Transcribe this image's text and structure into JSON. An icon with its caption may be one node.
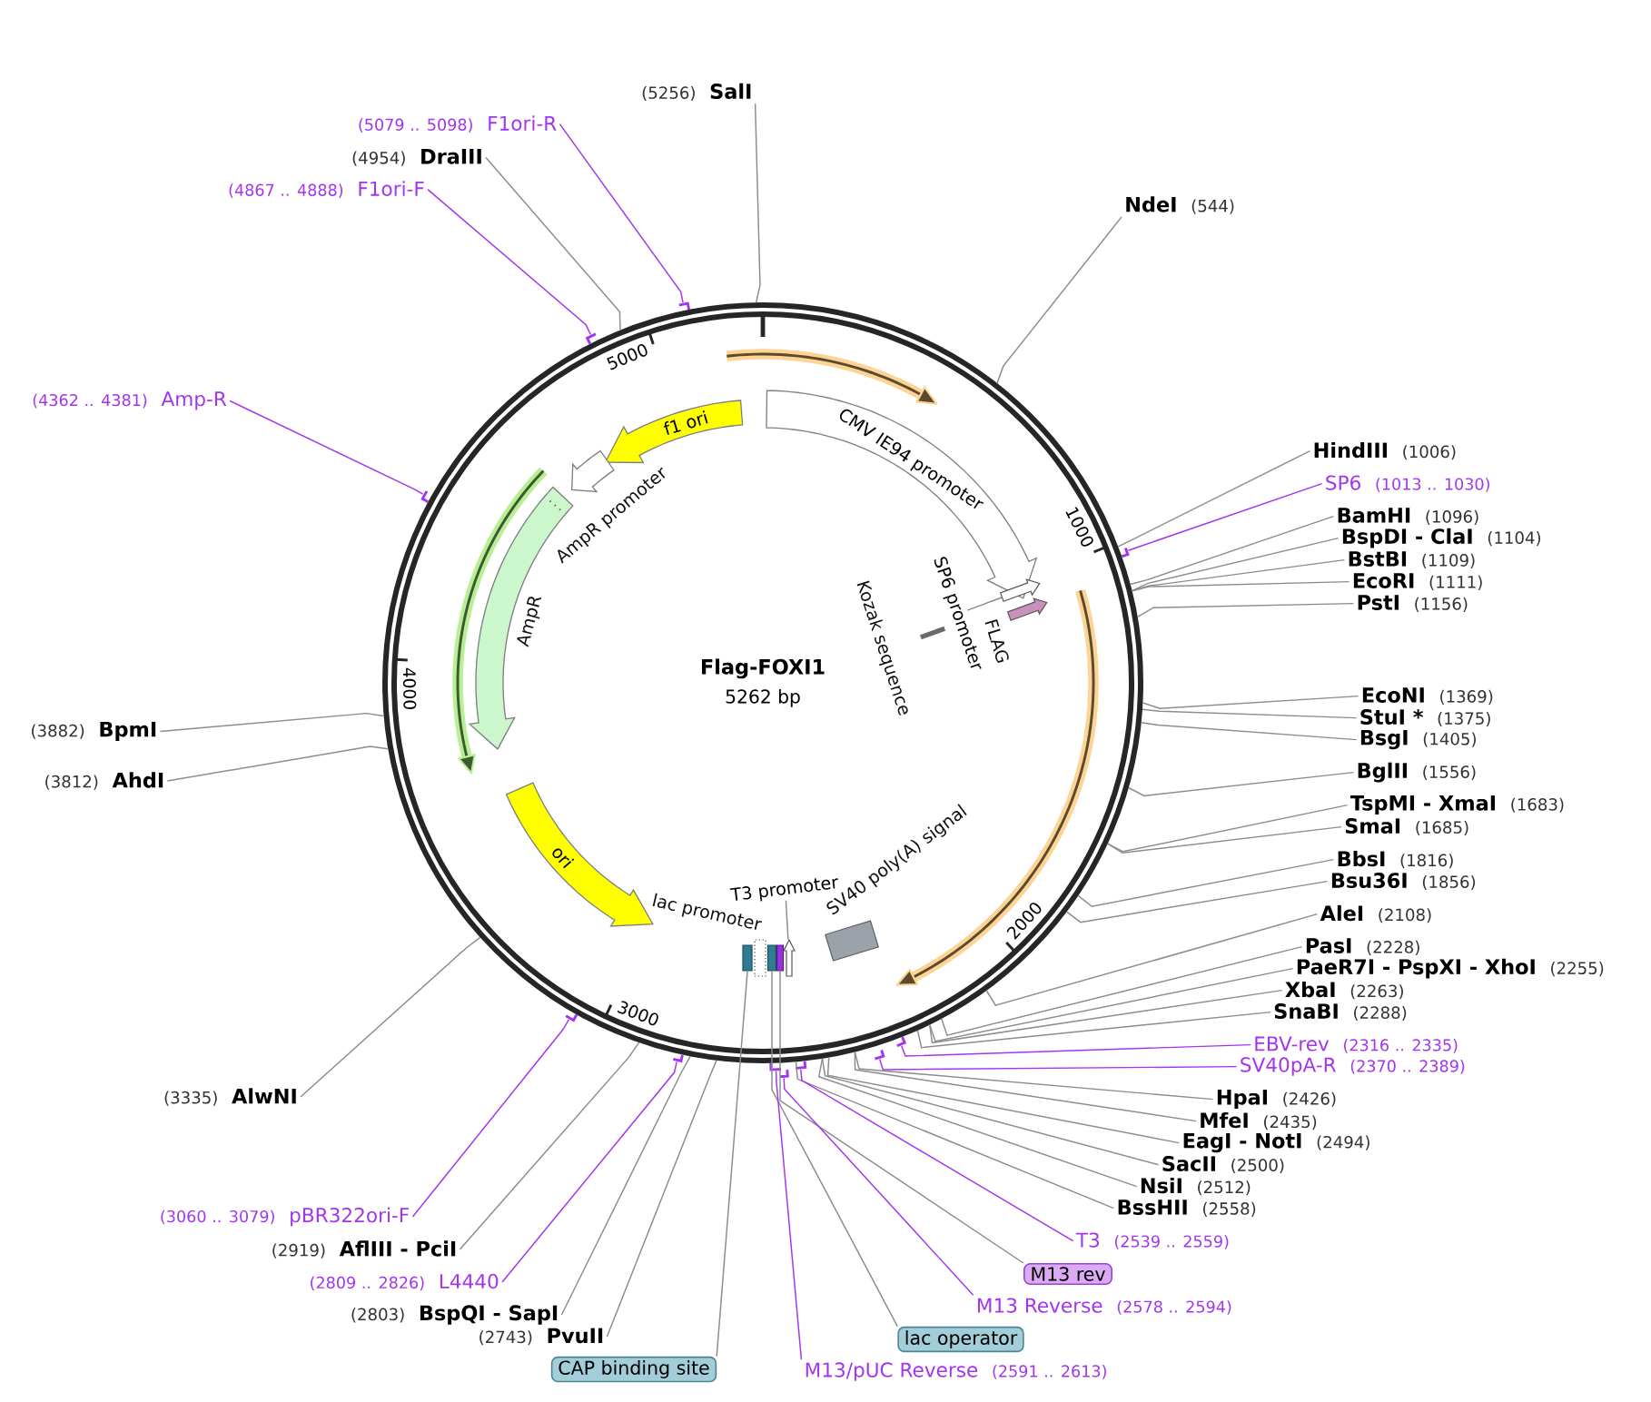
{
  "diagram": {
    "nodes": [
      {
        "text": [
          "Flag-FOXI1",
          "5262 bp"
        ]
      },
      {
        "text": [
          "CMV IE94 promoter"
        ],
        "in": 0
      },
      {
        "text": [
          "f1 ori"
        ],
        "in": 0
      },
      {
        "text": [],
        "shape": "arrow",
        "beside": [
          "AmpR promoter"
        ],
        "in": 0
      },
      {
        "text": [],
        "shape": "arrow",
        "beside": [
          "AmpR"
        ],
        "in": 0
      },
      {
        "text": [
          "ori"
        ],
        "in": 0
      },
      {
        "text": [
          "SP6 promoter"
        ],
        "in": 0
      },
      {
        "text": [],
        "shape": "arrow",
        "in": 0
      },
      {
        "text": [],
        "shape": "arrow",
        "beside": [
          "FLAG"
        ],
        "in": 0
      },
      {
        "text": [],
        "shape": "bar",
        "in": 0
      },
      {
        "text": [],
        "shape": "box",
        "beside": [
          "SV40 poly(A) signal"
        ],
        "in": 0
      },
      {
        "text": [
          "T3 promoter"
        ],
        "in": 0
      },
      {
        "text": [],
        "shape": "box",
        "in": 0
      },
      {
        "text": [],
        "shape": "box",
        "beside": [
          "lac promoter"
        ],
        "in": 0
      },
      {
        "text": [],
        "shape": "box",
        "in": 0
      },
      {
        "text": [],
        "shape": "box",
        "in": 0
      },
      {
        "text": [],
        "shape": "arrow",
        "in": 0
      },
      {
        "text": [
          "(5256)",
          "SalI"
        ]
      },
      {
        "text": [
          "NdeI",
          "(544)"
        ]
      },
      {
        "text": [
          "HindIII",
          "(1006)"
        ]
      },
      {
        "text": [
          "SP6",
          "(1013 .. 1030)"
        ]
      },
      {
        "text": [
          "BamHI",
          "(1096)"
        ]
      },
      {
        "text": [
          "BspDI - ClaI",
          "(1104)"
        ]
      },
      {
        "text": [
          "BstBI",
          "(1109)"
        ]
      },
      {
        "text": [
          "EcoRI",
          "(1111)"
        ]
      },
      {
        "text": [
          "PstI",
          "(1156)"
        ]
      },
      {
        "text": [
          "EcoNI",
          "(1369)"
        ]
      },
      {
        "text": [
          "StuI *",
          "(1375)"
        ]
      },
      {
        "text": [
          "BsgI",
          "(1405)"
        ]
      },
      {
        "text": [
          "BglII",
          "(1556)"
        ]
      },
      {
        "text": [
          "TspMI - XmaI",
          "(1683)"
        ]
      },
      {
        "text": [
          "SmaI",
          "(1685)"
        ]
      },
      {
        "text": [
          "BbsI",
          "(1816)"
        ]
      },
      {
        "text": [
          "Bsu36I",
          "(1856)"
        ]
      },
      {
        "text": [
          "AleI",
          "(2108)"
        ]
      },
      {
        "text": [
          "PasI",
          "(2228)"
        ]
      },
      {
        "text": [
          "PaeR7I - PspXI - XhoI",
          "(2255)"
        ]
      },
      {
        "text": [
          "XbaI",
          "(2263)"
        ]
      },
      {
        "text": [
          "SnaBI",
          "(2288)"
        ]
      },
      {
        "text": [
          "EBV-rev",
          "(2316 .. 2335)"
        ]
      },
      {
        "text": [
          "SV40pA-R",
          "(2370 .. 2389)"
        ]
      },
      {
        "text": [
          "HpaI",
          "(2426)"
        ]
      },
      {
        "text": [
          "MfeI",
          "(2435)"
        ]
      },
      {
        "text": [
          "EagI - NotI",
          "(2494)"
        ]
      },
      {
        "text": [
          "SacII",
          "(2500)"
        ]
      },
      {
        "text": [
          "NsiI",
          "(2512)"
        ]
      },
      {
        "text": [
          "BssHII",
          "(2558)"
        ]
      },
      {
        "text": [
          "T3",
          "(2539 .. 2559)"
        ]
      },
      {
        "text": [
          "M13 rev"
        ]
      },
      {
        "text": [
          "M13 Reverse",
          "(2578 .. 2594)"
        ]
      },
      {
        "text": [
          "lac operator"
        ]
      },
      {
        "text": [
          "M13/pUC Reverse",
          "(2591 .. 2613)"
        ]
      },
      {
        "text": [
          "CAP binding site"
        ]
      },
      {
        "text": [
          "(2743)",
          "PvuII"
        ]
      },
      {
        "text": [
          "(2803)",
          "BspQI - SapI"
        ]
      },
      {
        "text": [
          "(2809 .. 2826)",
          "L4440"
        ]
      },
      {
        "text": [
          "(2919)",
          "AflIII - PciI"
        ]
      },
      {
        "text": [
          "(3060 .. 3079)",
          "pBR322ori-F"
        ]
      },
      {
        "text": [
          "(3335)",
          "AlwNI"
        ]
      },
      {
        "text": [
          "(3812)",
          "AhdI"
        ]
      },
      {
        "text": [
          "(3882)",
          "BpmI"
        ]
      },
      {
        "text": [
          "(4362 .. 4381)",
          "Amp-R"
        ]
      },
      {
        "text": [
          "(4867 .. 4888)",
          "F1ori-F"
        ]
      },
      {
        "text": [
          "(4954)",
          "DraIII"
        ]
      },
      {
        "text": [
          "(5079 .. 5098)",
          "F1ori-R"
        ]
      },
      {
        "text": [],
        "shape": "bar"
      },
      {
        "text": [],
        "shape": "bar"
      },
      {
        "text": [],
        "shape": "bar"
      },
      {
        "text": [],
        "shape": "bar"
      },
      {
        "text": [],
        "shape": "bar"
      },
      {
        "text": [],
        "shape": "bar"
      },
      {
        "text": [],
        "shape": "bar"
      },
      {
        "text": [],
        "shape": "bar"
      },
      {
        "text": [],
        "shape": "bar"
      },
      {
        "text": [],
        "shape": "bar"
      },
      {
        "text": [],
        "shape": "bar"
      }
    ],
    "edges": [
      {
        "from": 6,
        "to": 7,
        "arrow": "none"
      },
      {
        "from": 11,
        "to": 16,
        "arrow": "none"
      },
      {
        "from": 17,
        "to": 0,
        "arrow": "none"
      },
      {
        "from": 18,
        "to": 0,
        "arrow": "none"
      },
      {
        "from": 19,
        "to": 0,
        "arrow": "none"
      },
      {
        "from": 20,
        "to": 65,
        "arrow": "none",
        "color": "#a335ee"
      },
      {
        "from": 21,
        "to": 0,
        "arrow": "none"
      },
      {
        "from": 22,
        "to": 0,
        "arrow": "none"
      },
      {
        "from": 23,
        "to": 0,
        "arrow": "none"
      },
      {
        "from": 24,
        "to": 0,
        "arrow": "none"
      },
      {
        "from": 25,
        "to": 0,
        "arrow": "none"
      },
      {
        "from": 26,
        "to": 0,
        "arrow": "none"
      },
      {
        "from": 27,
        "to": 0,
        "arrow": "none"
      },
      {
        "from": 28,
        "to": 0,
        "arrow": "none"
      },
      {
        "from": 29,
        "to": 0,
        "arrow": "none"
      },
      {
        "from": 30,
        "to": 0,
        "arrow": "none"
      },
      {
        "from": 31,
        "to": 0,
        "arrow": "none"
      },
      {
        "from": 32,
        "to": 0,
        "arrow": "none"
      },
      {
        "from": 33,
        "to": 0,
        "arrow": "none"
      },
      {
        "from": 34,
        "to": 0,
        "arrow": "none"
      },
      {
        "from": 35,
        "to": 0,
        "arrow": "none"
      },
      {
        "from": 36,
        "to": 0,
        "arrow": "none"
      },
      {
        "from": 37,
        "to": 0,
        "arrow": "none"
      },
      {
        "from": 38,
        "to": 0,
        "arrow": "none"
      },
      {
        "from": 39,
        "to": 66,
        "arrow": "none",
        "color": "#a335ee"
      },
      {
        "from": 40,
        "to": 67,
        "arrow": "none",
        "color": "#a335ee"
      },
      {
        "from": 41,
        "to": 0,
        "arrow": "none"
      },
      {
        "from": 42,
        "to": 0,
        "arrow": "none"
      },
      {
        "from": 43,
        "to": 0,
        "arrow": "none"
      },
      {
        "from": 44,
        "to": 0,
        "arrow": "none"
      },
      {
        "from": 45,
        "to": 0,
        "arrow": "none"
      },
      {
        "from": 46,
        "to": 0,
        "arrow": "none"
      },
      {
        "from": 47,
        "to": 68,
        "arrow": "none",
        "color": "#a335ee"
      },
      {
        "from": 48,
        "to": 15,
        "arrow": "none"
      },
      {
        "from": 49,
        "to": 69,
        "arrow": "none",
        "color": "#a335ee"
      },
      {
        "from": 50,
        "to": 14,
        "arrow": "none"
      },
      {
        "from": 51,
        "to": 70,
        "arrow": "none",
        "color": "#a335ee"
      },
      {
        "from": 52,
        "to": 12,
        "arrow": "none"
      },
      {
        "from": 53,
        "to": 0,
        "arrow": "none"
      },
      {
        "from": 54,
        "to": 0,
        "arrow": "none"
      },
      {
        "from": 55,
        "to": 71,
        "arrow": "none",
        "color": "#a335ee"
      },
      {
        "from": 56,
        "to": 0,
        "arrow": "none"
      },
      {
        "from": 57,
        "to": 72,
        "arrow": "none",
        "color": "#a335ee"
      },
      {
        "from": 58,
        "to": 0,
        "arrow": "none"
      },
      {
        "from": 59,
        "to": 0,
        "arrow": "none"
      },
      {
        "from": 60,
        "to": 0,
        "arrow": "none"
      },
      {
        "from": 61,
        "to": 73,
        "arrow": "none",
        "color": "#a335ee"
      },
      {
        "from": 62,
        "to": 74,
        "arrow": "none",
        "color": "#a335ee"
      },
      {
        "from": 63,
        "to": 0,
        "arrow": "none"
      },
      {
        "from": 64,
        "to": 75,
        "arrow": "none",
        "color": "#a335ee"
      }
    ],
    "labels": [
      "5000",
      "1000",
      "Kozak sequence",
      "4000",
      "2000",
      "3000"
    ]
  }
}
